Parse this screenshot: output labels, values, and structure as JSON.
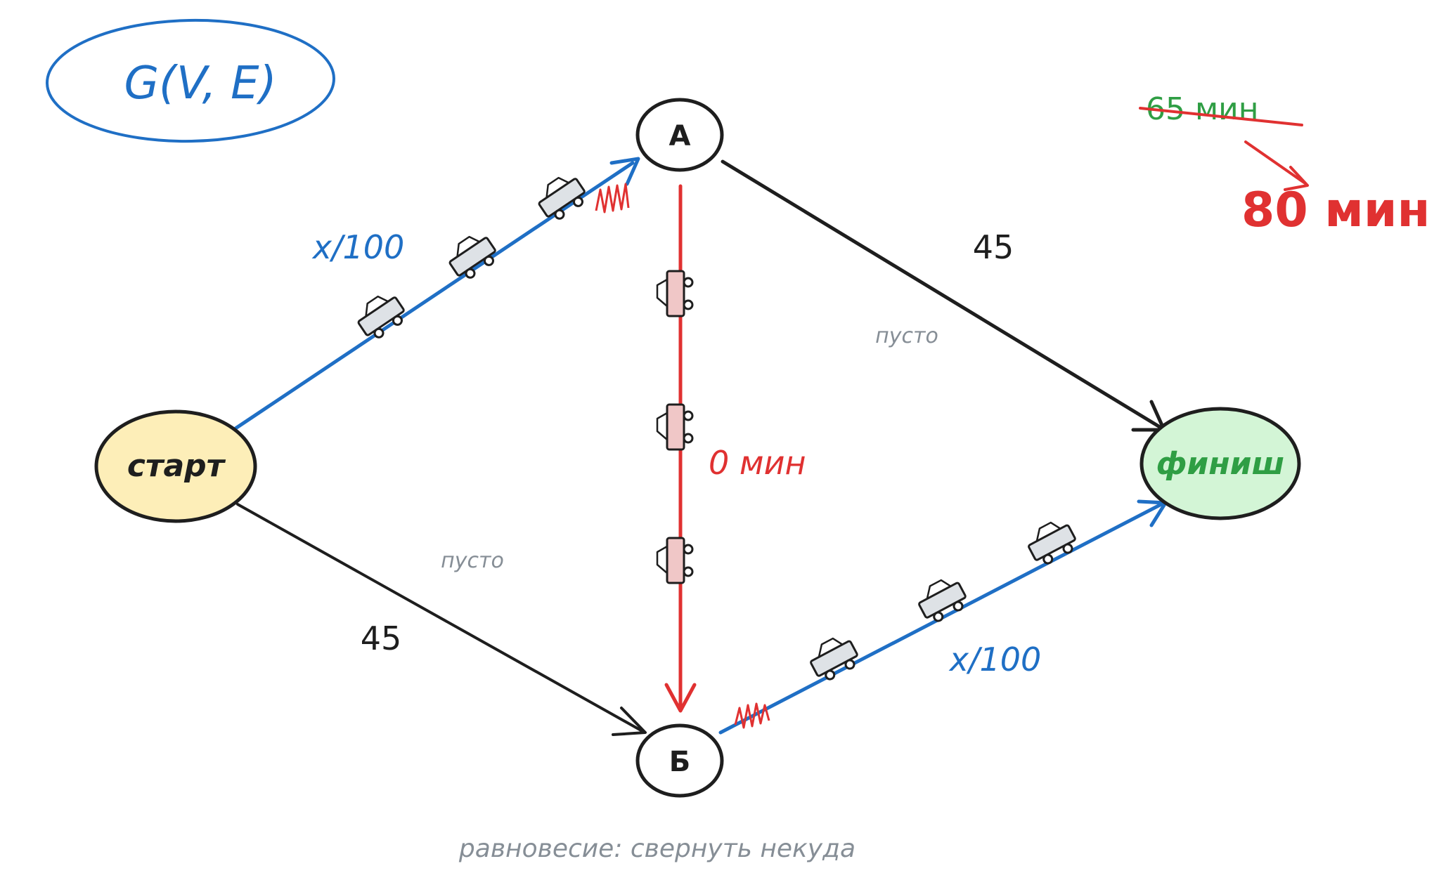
{
  "graph_label": "G(V, E)",
  "nodes": {
    "start": {
      "label": "старт",
      "fill": "#fdeeb8"
    },
    "a": {
      "label": "А",
      "fill": "#ffffff"
    },
    "b": {
      "label": "Б",
      "fill": "#ffffff"
    },
    "finish": {
      "label": "финиш",
      "fill": "#d3f5d6"
    }
  },
  "edges": {
    "start_a": {
      "label": "x/100",
      "color": "#1f6fc5"
    },
    "start_b": {
      "label": "45",
      "note": "пусто",
      "color": "#1e1e1e"
    },
    "a_finish": {
      "label": "45",
      "note": "пусто",
      "color": "#1e1e1e"
    },
    "b_finish": {
      "label": "x/100",
      "color": "#1f6fc5"
    },
    "a_b": {
      "label": "0 мин",
      "color": "#e03131"
    }
  },
  "time": {
    "old": "65 мин",
    "new": "80 мин",
    "old_color": "#2f9e44",
    "new_color": "#e03131"
  },
  "caption": "равновесие: свернуть некуда",
  "colors": {
    "ink": "#1e1e1e",
    "blue": "#1f6fc5",
    "red": "#e03131",
    "green": "#2f9e44",
    "gray": "#868e96"
  },
  "icons": [
    "car-icon",
    "traffic-jam-scribble-icon",
    "arrow-icon"
  ]
}
